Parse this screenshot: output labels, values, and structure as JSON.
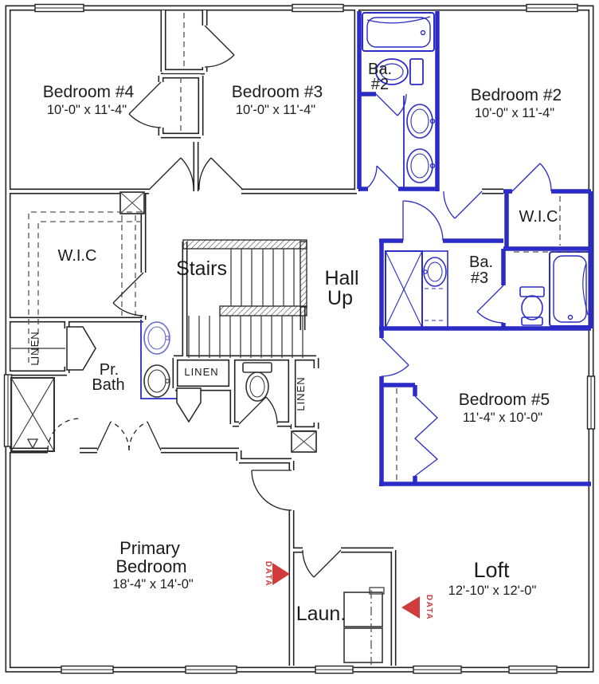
{
  "plan": {
    "rooms": {
      "bedroom4": {
        "name": "Bedroom #4",
        "dims": "10'-0\" x 11'-4\""
      },
      "bedroom3": {
        "name": "Bedroom #3",
        "dims": "10'-0\" x 11'-4\""
      },
      "bedroom2": {
        "name": "Bedroom #2",
        "dims": "10'-0\" x 11'-4\""
      },
      "bedroom5": {
        "name": "Bedroom #5",
        "dims": "11'-4\" x 10'-0\""
      },
      "primary": {
        "line1": "Primary",
        "line2": "Bedroom",
        "dims": "18'-4\" x 14'-0\""
      },
      "loft": {
        "name": "Loft",
        "dims": "12'-10\" x 12'-0\""
      },
      "bath2": {
        "line1": "Ba.",
        "line2": "#2"
      },
      "bath3": {
        "line1": "Ba.",
        "line2": "#3"
      },
      "primary_bath": {
        "line1": "Pr.",
        "line2": "Bath"
      },
      "wic_primary": {
        "name": "W.I.C"
      },
      "wic_bedroom2": {
        "name": "W.I.C"
      },
      "stairs": {
        "name": "Stairs"
      },
      "hall": {
        "line1": "Hall",
        "line2": "Up"
      },
      "laundry": {
        "name": "Laun."
      },
      "linen_left": {
        "name": "LINEN"
      },
      "linen_center": {
        "name": "LINEN"
      },
      "linen_right": {
        "name": "LINEN"
      }
    },
    "markers": {
      "data_left": "DATA",
      "data_right": "DATA"
    },
    "colors": {
      "wall": "#222222",
      "plumbing_blue": "#2b2bc6",
      "marker_red": "#d03c3c"
    }
  }
}
